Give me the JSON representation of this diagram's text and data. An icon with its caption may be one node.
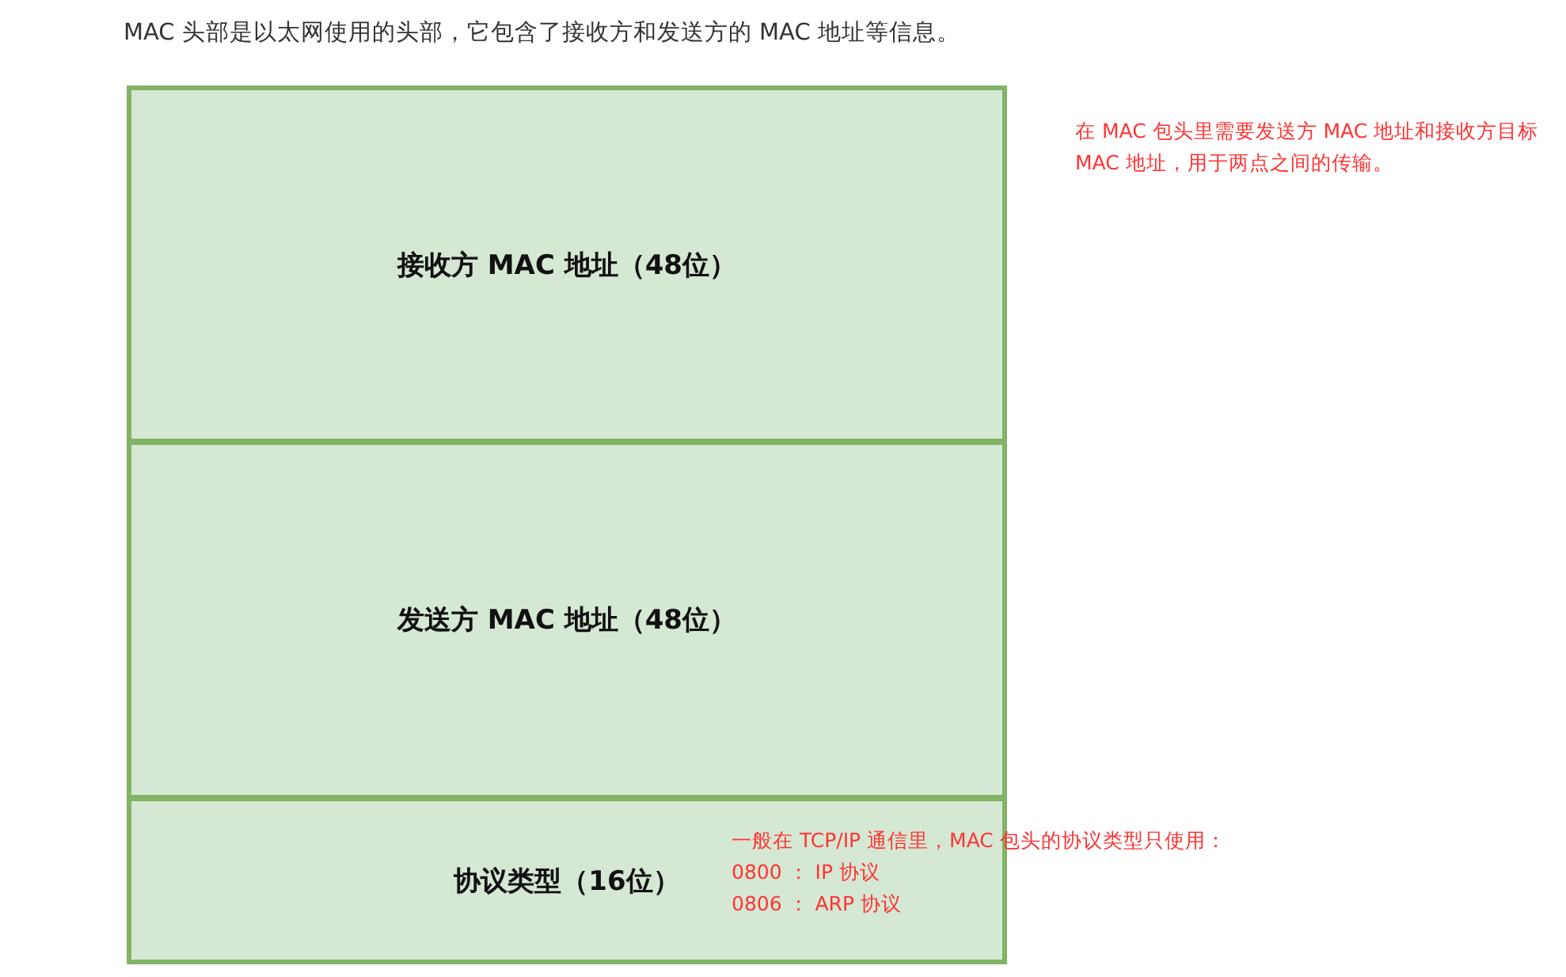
{
  "diagram": {
    "title": "MAC 头部是以太网使用的头部，它包含了接收方和发送方的 MAC 地址等信息。",
    "nodes": [
      {
        "text": [
          "接收方 MAC 地址（48位）"
        ]
      },
      {
        "text": [
          "发送方 MAC 地址（48位）"
        ]
      },
      {
        "text": [
          "协议类型（16位）"
        ]
      }
    ],
    "labels": [
      "在 MAC 包头里需要发送方 MAC 地址和接收方目标 MAC 地址，用于两点之间的传输。",
      "一般在 TCP/IP 通信里，MAC 包头的协议类型只使用：",
      "0800 ： IP 协议",
      "0806 ： ARP 协议"
    ]
  }
}
